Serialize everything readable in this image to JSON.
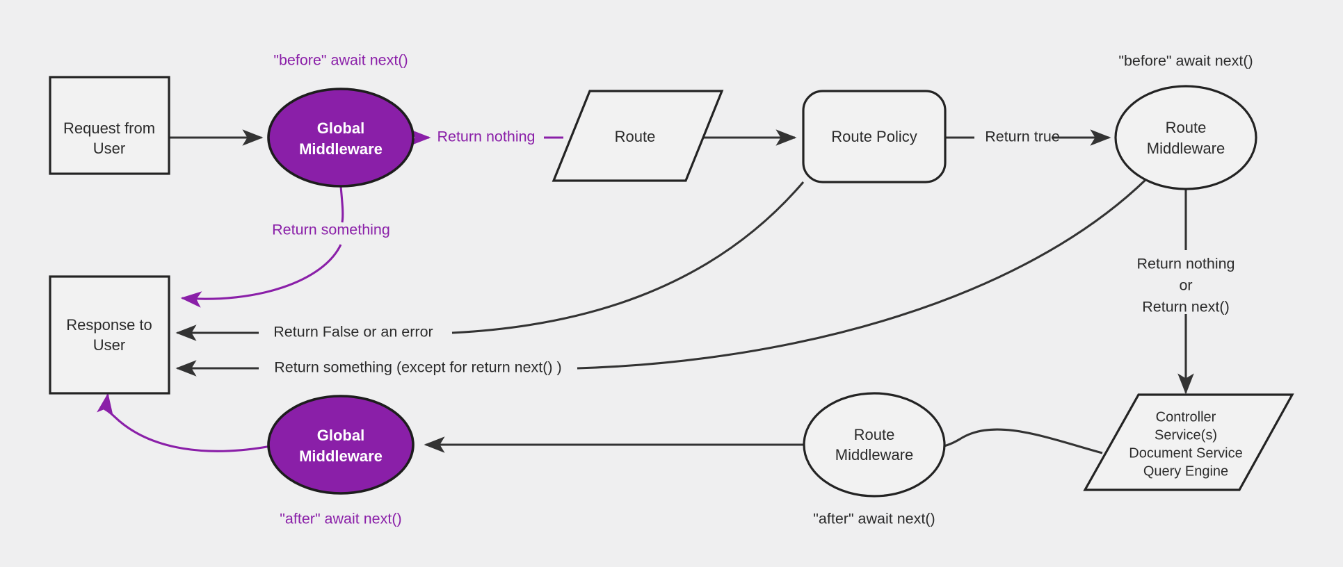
{
  "diagram": {
    "title": "Middleware request lifecycle flow",
    "background_color": "#efeff0",
    "accent_color": "#8a1fa8",
    "line_color": "#333333",
    "nodes": [
      {
        "id": "request",
        "label_line1": "Request from",
        "label_line2": "User",
        "shape": "rectangle"
      },
      {
        "id": "global_mw_top",
        "label_line1": "Global",
        "label_line2": "Middleware",
        "shape": "ellipse-purple"
      },
      {
        "id": "route",
        "label_line1": "Route",
        "label_line2": "",
        "shape": "parallelogram"
      },
      {
        "id": "route_policy",
        "label_line1": "Route Policy",
        "label_line2": "",
        "shape": "rounded-rectangle"
      },
      {
        "id": "route_mw_top",
        "label_line1": "Route",
        "label_line2": "Middleware",
        "shape": "ellipse"
      },
      {
        "id": "controller",
        "label_line1": "Controller",
        "label_line2": "Service(s)",
        "label_line3": "Document Service",
        "label_line4": "Query Engine",
        "shape": "parallelogram"
      },
      {
        "id": "route_mw_bot",
        "label_line1": "Route",
        "label_line2": "Middleware",
        "shape": "ellipse"
      },
      {
        "id": "global_mw_bot",
        "label_line1": "Global",
        "label_line2": "Middleware",
        "shape": "ellipse-purple"
      },
      {
        "id": "response",
        "label_line1": "Response to",
        "label_line2": "User",
        "shape": "rectangle"
      }
    ],
    "annotations": [
      {
        "id": "before_global",
        "text": "\"before\" await next()",
        "color": "purple"
      },
      {
        "id": "before_route",
        "text": "\"before\" await next()",
        "color": "dark"
      },
      {
        "id": "after_global",
        "text": "\"after\" await next()",
        "color": "purple"
      },
      {
        "id": "after_route",
        "text": "\"after\" await next()",
        "color": "dark"
      }
    ],
    "edge_labels": [
      {
        "id": "return_nothing_top",
        "text": "Return nothing",
        "color": "purple"
      },
      {
        "id": "return_something_top",
        "text": "Return something",
        "color": "purple"
      },
      {
        "id": "return_true",
        "text": "Return true",
        "color": "dark"
      },
      {
        "id": "return_false_error",
        "text": "Return False or an error",
        "color": "dark"
      },
      {
        "id": "return_something_exc",
        "text": "Return something (except for return next() )",
        "color": "dark"
      },
      {
        "id": "rm_out_line1",
        "text": "Return nothing",
        "color": "dark"
      },
      {
        "id": "rm_out_line2",
        "text": "or",
        "color": "dark"
      },
      {
        "id": "rm_out_line3",
        "text": "Return next()",
        "color": "dark"
      }
    ]
  }
}
